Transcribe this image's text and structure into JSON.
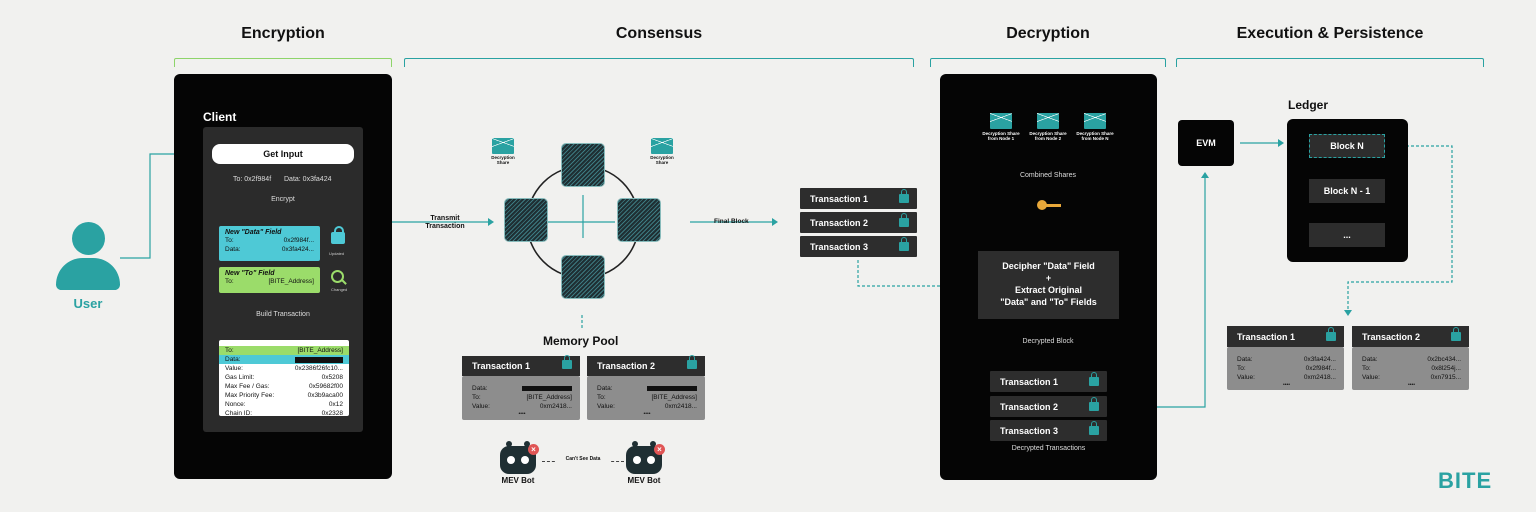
{
  "sections": {
    "encryption": "Encryption",
    "consensus": "Consensus",
    "decryption": "Decryption",
    "execution": "Execution & Persistence"
  },
  "user": {
    "label": "User"
  },
  "client": {
    "title": "Client",
    "get_input": "Get Input",
    "to_line": "To: 0x2f984f",
    "data_line": "Data: 0x3fa424",
    "encrypt": "Encrypt",
    "data_field_title": "New \"Data\" Field",
    "data_field_rows": [
      [
        "To:",
        "0x2f984f..."
      ],
      [
        "Data:",
        "0x3fa424..."
      ]
    ],
    "lock_caption": "Updated",
    "to_field_title": "New \"To\" Field",
    "to_field_rows": [
      [
        "To:",
        "[BITE_Address]"
      ]
    ],
    "search_caption": "Changed",
    "build": "Build Transaction",
    "tx_rows": [
      [
        "To:",
        "[BITE_Address]"
      ],
      [
        "Data:",
        ""
      ],
      [
        "Value:",
        "0x2386f26fc10..."
      ],
      [
        "Gas Limit:",
        "0x5208"
      ],
      [
        "Max Fee / Gas:",
        "0x59682f00"
      ],
      [
        "Max Priority Fee:",
        "0x3b9aca00"
      ],
      [
        "Nonce:",
        "0x12"
      ],
      [
        "Chain ID:",
        "0x2328"
      ]
    ]
  },
  "transmit": {
    "line1": "Transmit",
    "line2": "Transaction"
  },
  "consensus": {
    "share_left": "Decryption Share",
    "share_right": "Decryption Share",
    "final_block": "Final Block"
  },
  "memory_pool": {
    "title": "Memory Pool",
    "cards": [
      {
        "title": "Transaction 1",
        "rows": [
          [
            "Data:",
            ""
          ],
          [
            "To:",
            "[BITE_Address]"
          ],
          [
            "Value:",
            "0xm2418..."
          ]
        ],
        "more": "••••"
      },
      {
        "title": "Transaction 2",
        "rows": [
          [
            "Data:",
            ""
          ],
          [
            "To:",
            "[BITE_Address]"
          ],
          [
            "Value:",
            "0xm2418..."
          ]
        ],
        "more": "••••"
      }
    ]
  },
  "mev": {
    "left": "MEV Bot",
    "right": "MEV Bot",
    "note": "Can't See Data"
  },
  "final_block_txs": [
    "Transaction 1",
    "Transaction 2",
    "Transaction 3"
  ],
  "decryption": {
    "shares": [
      {
        "line1": "Decryption Share",
        "line2": "from Node 1"
      },
      {
        "line1": "Decryption Share",
        "line2": "from Node 2"
      },
      {
        "line1": "Decryption Share",
        "line2": "from Node N"
      }
    ],
    "combined": "Combined Shares",
    "box_line1": "Decipher \"Data\" Field",
    "box_plus": "+",
    "box_line2": "Extract Original",
    "box_line3": "\"Data\" and \"To\" Fields",
    "decrypted_block": "Decrypted Block",
    "txs": [
      "Transaction 1",
      "Transaction 2",
      "Transaction 3"
    ],
    "caption": "Decrypted Transactions"
  },
  "execution": {
    "evm": "EVM",
    "ledger": "Ledger",
    "blocks": [
      "Block N",
      "Block N - 1",
      "..."
    ],
    "cards": [
      {
        "title": "Transaction 1",
        "rows": [
          [
            "Data:",
            "0x3fa424..."
          ],
          [
            "To:",
            "0x2f984f..."
          ],
          [
            "Value:",
            "0xm2418..."
          ]
        ],
        "more": "••••"
      },
      {
        "title": "Transaction 2",
        "rows": [
          [
            "Data:",
            "0x2bc434..."
          ],
          [
            "To:",
            "0x8l254j..."
          ],
          [
            "Value:",
            "0xn7915..."
          ]
        ],
        "more": "••••"
      }
    ]
  },
  "logo": "BITE",
  "colors": {
    "teal": "#2aa2a2",
    "green": "#8ed46a",
    "cyan": "#4ec9d6",
    "dark": "#050505"
  }
}
